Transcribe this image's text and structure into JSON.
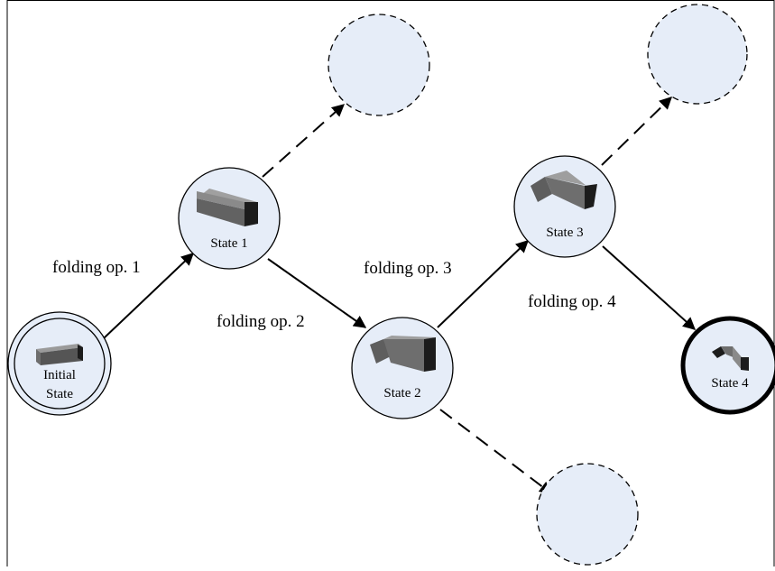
{
  "diagram": {
    "nodes": {
      "initial": {
        "label_line1": "Initial",
        "label_line2": "State"
      },
      "state1": {
        "label": "State 1"
      },
      "state2": {
        "label": "State 2"
      },
      "state3": {
        "label": "State 3"
      },
      "state4": {
        "label": "State 4"
      }
    },
    "edges": {
      "op1": {
        "label": "folding op. 1"
      },
      "op2": {
        "label": "folding op. 2"
      },
      "op3": {
        "label": "folding op. 3"
      },
      "op4": {
        "label": "folding op. 4"
      }
    }
  },
  "colors": {
    "node_fill": "#e6edf8",
    "stroke": "#000000",
    "shape_dark": "#1c1c1c",
    "shape_mid": "#5a5a5a",
    "shape_light": "#8c8c8c"
  }
}
